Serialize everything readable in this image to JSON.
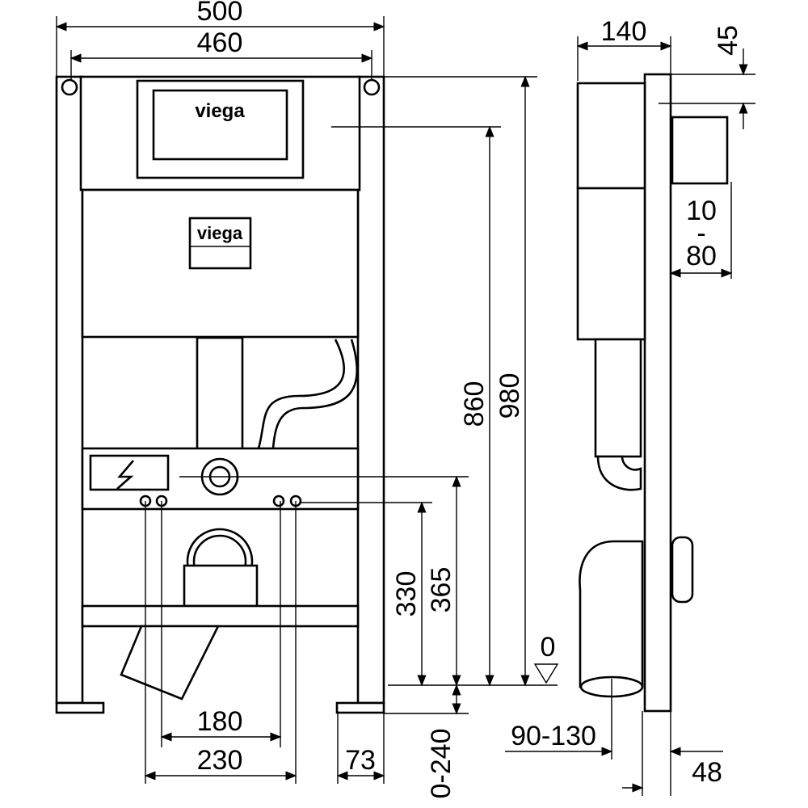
{
  "brand": {
    "logo_top": "viega",
    "logo_tank": "viega"
  },
  "dimensions": {
    "overall_width": "500",
    "frame_width": "460",
    "depth": "140",
    "top_offset": "45",
    "wall_range_top": "10",
    "wall_range_dash": "-",
    "wall_range_bottom": "80",
    "height_total": "980",
    "height_actuator": "860",
    "height_drain": "365",
    "height_supply": "330",
    "floor_level": "0",
    "bolt_spacing_inner": "180",
    "bolt_spacing_outer": "230",
    "foot_offset": "73",
    "foot_adjust": "0-240",
    "drain_offset": "90-130",
    "wall_offset": "48"
  }
}
